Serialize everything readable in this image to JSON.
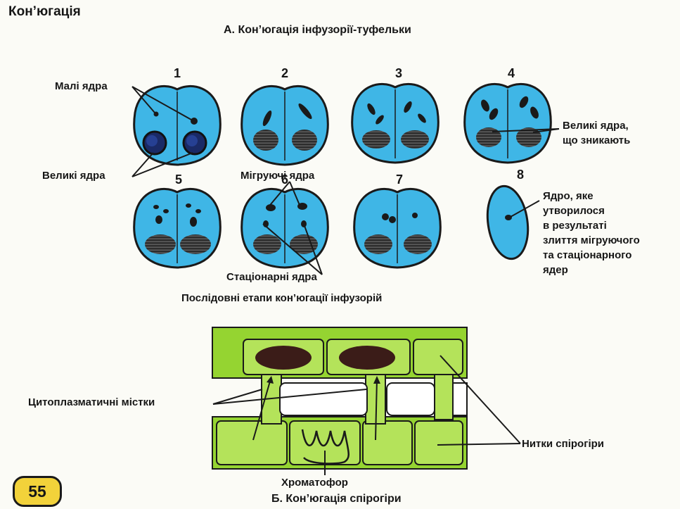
{
  "title": "Кон’югація",
  "section_a": {
    "subtitle": "А. Кон’югація інфузорії-туфельки",
    "stage_numbers": [
      "1",
      "2",
      "3",
      "4",
      "5",
      "6",
      "7",
      "8"
    ],
    "labels": {
      "small_nuclei": "Малі ядра",
      "large_nuclei": "Великі ядра",
      "vanishing_line1": "Великі ядра,",
      "vanishing_line2": "що зникають",
      "migrating": "Мігруючі ядра",
      "stationary": "Стаціонарні ядра",
      "fused_1": "Ядро, яке",
      "fused_2": "утворилося",
      "fused_3": "в результаті",
      "fused_4": "злиття мігруючого",
      "fused_5": "та  стаціонарного",
      "fused_6": "ядер"
    },
    "caption": "Послідовні етапи кон’югації інфузорій"
  },
  "section_b": {
    "subtitle": "Б. Кон’югація спірогіри",
    "labels": {
      "bridges": "Цитоплазматичні містки",
      "threads": "Нитки спірогіри",
      "chromatophore": "Хроматофор"
    }
  },
  "page_number": "55",
  "colors": {
    "cell_fill": "#3fb6e6",
    "cell_stroke": "#1a1a1a",
    "spirogyra_fill": "#95d431",
    "spirogyra_light": "#b4e35a",
    "nucleus_dark": "#3b1c18",
    "badge": "#f2d23a"
  }
}
